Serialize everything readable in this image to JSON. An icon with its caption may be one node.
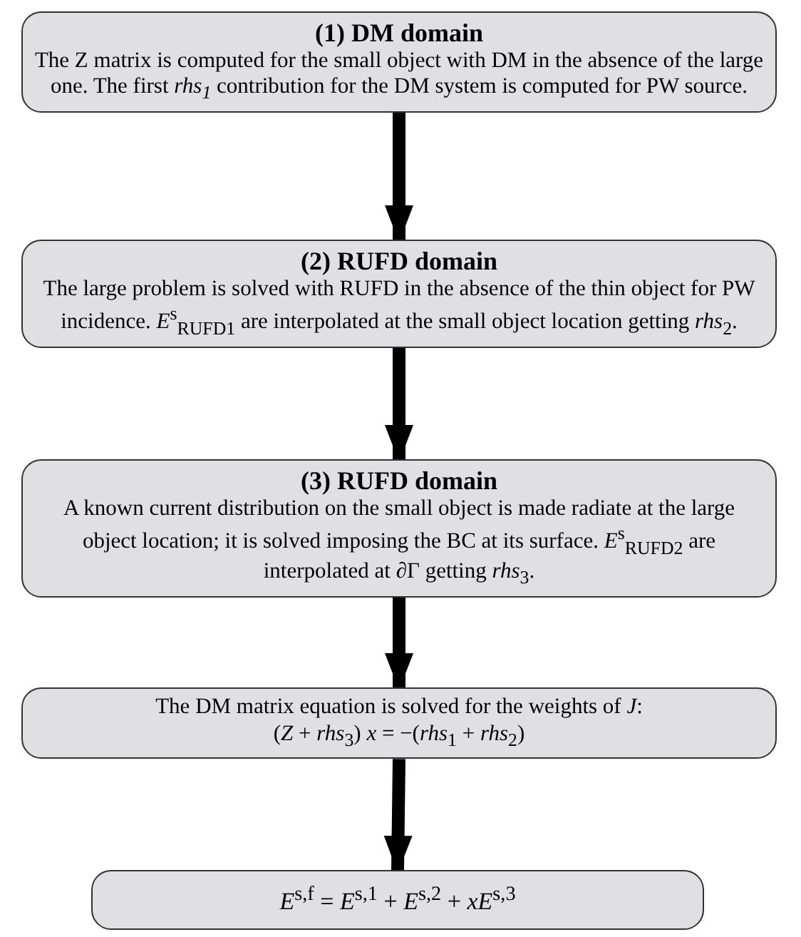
{
  "diagram": {
    "nodes": [
      {
        "text": [
          "(1)  DM domain",
          "The Z matrix is computed for the small object with DM in the absence of the large one. The first *rhs$_{1}$* contribution for the DM system is computed for PW source."
        ]
      },
      {
        "text": [
          "(2)  RUFD domain",
          "The large problem is solved with RUFD in the absence of the thin object for PW incidence. *E*$^{s}$$_{RUFD1}$ are interpolated at the small object location getting *rhs*$_{2}$."
        ]
      },
      {
        "text": [
          "(3)  RUFD domain",
          "A known current distribution on the small object is made radiate at the large object location; it is solved imposing the BC at its surface. *E*$^{s}$$_{RUFD2}$ are interpolated at ∂Γ getting *rhs*$_{3}$."
        ]
      },
      {
        "text": [
          "The DM matrix equation is solved for the weights of *J*:",
          "(*Z* + *rhs*$_{3}$) *x* = −(*rhs*$_{1}$ + *rhs*$_{2}$)"
        ]
      },
      {
        "text": [
          "*E*$^{s,f}$ = *E*$^{s,1}$ + *E*$^{s,2}$ + *xE*$^{s,3}$"
        ]
      }
    ],
    "edges": [
      {
        "from": 0,
        "to": 1,
        "arrow": "to"
      },
      {
        "from": 1,
        "to": 2,
        "arrow": "to"
      },
      {
        "from": 2,
        "to": 3,
        "arrow": "to"
      },
      {
        "from": 3,
        "to": 4,
        "arrow": "to"
      }
    ]
  }
}
